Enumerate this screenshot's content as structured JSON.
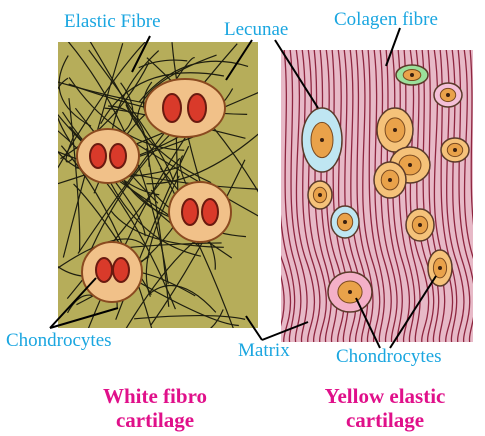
{
  "labels": {
    "elastic_fibre": "Elastic Fibre",
    "lecunae": "Lecunae",
    "colagen_fibre": "Colagen fibre",
    "chondrocytes_left": "Chondrocytes",
    "matrix": "Matrix",
    "chondrocytes_right": "Chondrocytes"
  },
  "captions": {
    "left_line1": "White fibro",
    "left_line2": "cartilage",
    "right_line1": "Yellow elastic",
    "right_line2": "cartilage"
  },
  "colors": {
    "label_blue": "#1aa6e0",
    "caption_pink": "#e0108a",
    "left_matrix": "#b6ad5a",
    "right_matrix": "#e7b9c7"
  }
}
